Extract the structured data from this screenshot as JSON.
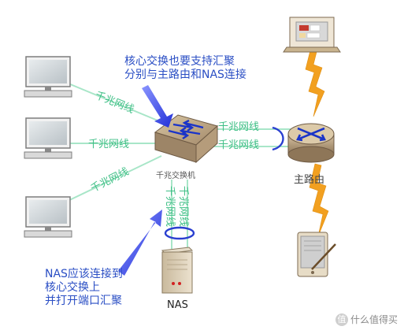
{
  "labels": {
    "link_pc1": "千兆网线",
    "link_pc2": "千兆网线",
    "link_pc3": "千兆网线",
    "link_router1": "千兆网线",
    "link_router2": "千兆网线",
    "link_nas1": "千兆网线",
    "link_nas2": "千兆网线",
    "switch": "千兆交换机",
    "router": "主路由",
    "nas": "NAS"
  },
  "annotations": {
    "top_line1": "核心交换也要支持汇聚",
    "top_line2": "分别与主路由和NAS连接",
    "bottom_line1": "NAS应该连接到",
    "bottom_line2": "核心交换上",
    "bottom_line3": "并打开端口汇聚"
  },
  "watermark": {
    "badge": "值",
    "text": "什么值得买"
  },
  "colors": {
    "link_line": "#a8e6c8",
    "link_text": "#3fbf86",
    "lightning": "#f2a020",
    "annotation": "#2a4ec4",
    "aggregation_ring": "#2a3fd0"
  }
}
